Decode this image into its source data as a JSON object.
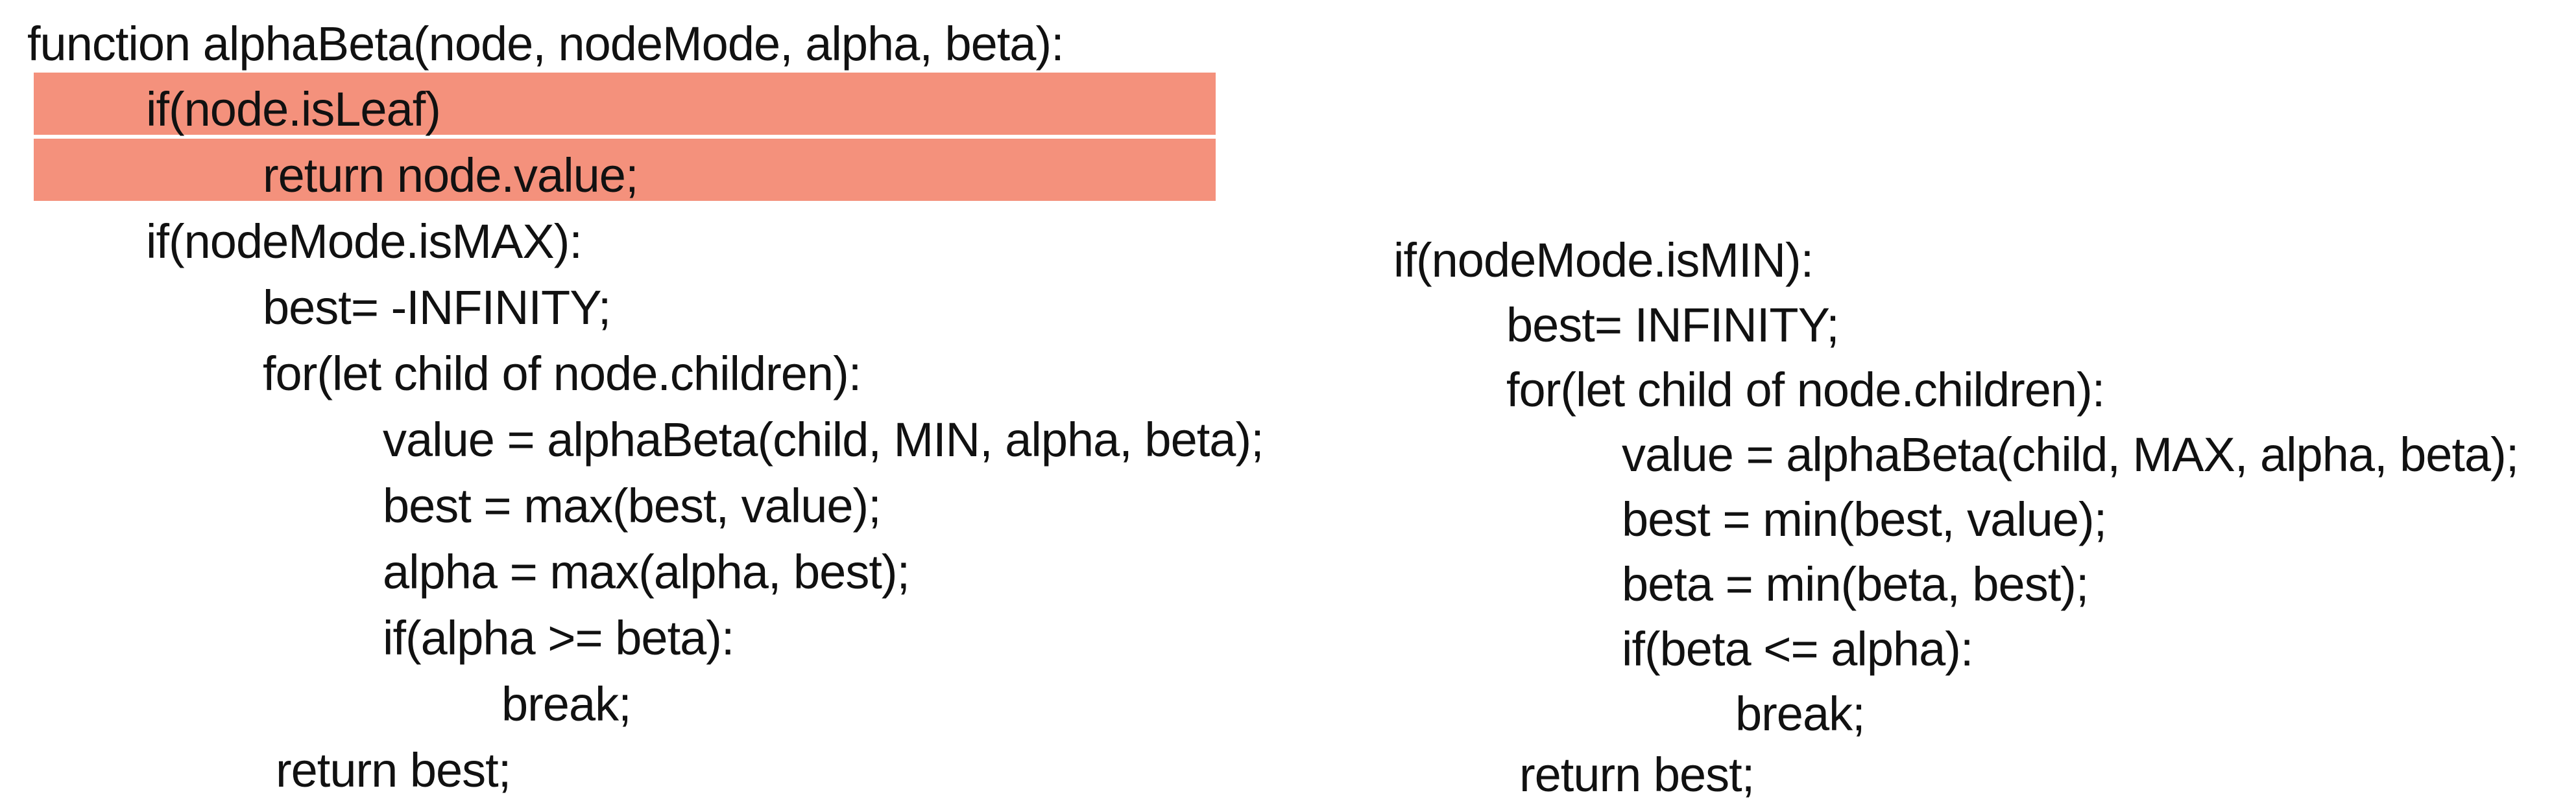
{
  "highlight_color": "#f4917c",
  "left_block": {
    "lines": [
      "function alphaBeta(node, nodeMode, alpha, beta):",
      "if(node.isLeaf)",
      "return node.value;",
      "if(nodeMode.isMAX):",
      "best= -INFINITY;",
      "for(let child of node.children):",
      "value = alphaBeta(child, MIN, alpha, beta);",
      "best = max(best, value);",
      "alpha = max(alpha, best);",
      "if(alpha >= beta):",
      "break;",
      "return best;"
    ]
  },
  "right_block": {
    "lines": [
      "if(nodeMode.isMIN):",
      "best= INFINITY;",
      "for(let child of node.children):",
      "value = alphaBeta(child, MAX, alpha, beta);",
      "best = min(best, value);",
      "beta = min(beta, best);",
      "if(beta <= alpha):",
      "break;",
      "return best;"
    ]
  }
}
